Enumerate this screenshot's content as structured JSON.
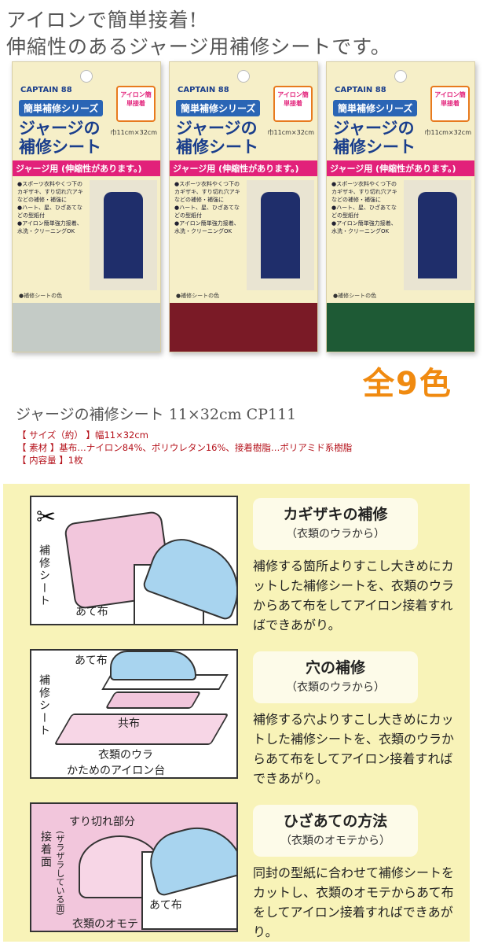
{
  "header": {
    "line1": "アイロンで簡単接着!",
    "line2": "伸縮性のあるジャージ用補修シートです。"
  },
  "package": {
    "brand": "CAPTAIN 88",
    "series": "簡単補修シリーズ",
    "name": "ジャージの補修シート",
    "band": "ジャージ用 (伸縮性があります。)",
    "size": "巾11cm×32cm",
    "badge": "アイロン簡単接着",
    "bullets": [
      "●スポーツ衣料やくつ下のカギザキ、すり切れ穴アキなどの補修・補強に",
      "●ハート、星、ひざあてなどの型紙付",
      "●アイロン簡単強力接着、水洗・クリーニングOK"
    ],
    "fabric_label": "●補修シートの色"
  },
  "fabric_colors": [
    "#c4cbc6",
    "#7a1a26",
    "#1e5a35"
  ],
  "colors_badge": "全9色",
  "product": {
    "title": "ジャージの補修シート 11×32cm CP111",
    "specs": [
      "【 サイズ（約） 】幅11×32cm",
      "【 素材 】基布…ナイロン84%、ポリウレタン16%、接着樹脂…ポリアミド系樹脂",
      "【 内容量 】1枚"
    ]
  },
  "instructions": [
    {
      "title": "カギザキの補修",
      "subtitle": "（衣類のウラから）",
      "body": "補修する箇所よりすこし大きめにカットした補修シートを、衣類のウラからあて布をしてアイロン接着すればできあがり。",
      "labels": [
        "補修シート",
        "あて布"
      ]
    },
    {
      "title": "穴の補修",
      "subtitle": "（衣類のウラから）",
      "body": "補修する穴よりすこし大きめにカットした補修シートを、衣類のウラからあて布をしてアイロン接着すればできあがり。",
      "labels": [
        "あて布",
        "補修シート",
        "共布",
        "衣類のウラ",
        "かためのアイロン台"
      ]
    },
    {
      "title": "ひざあての方法",
      "subtitle": "（衣類のオモテから）",
      "body": "同封の型紙に合わせて補修シートをカットし、衣類のオモテからあて布をしてアイロン接着すればできあがり。",
      "labels": [
        "すり切れ部分",
        "接着面",
        "(ザラザラしている面)",
        "あて布",
        "衣類のオモテ"
      ]
    }
  ]
}
